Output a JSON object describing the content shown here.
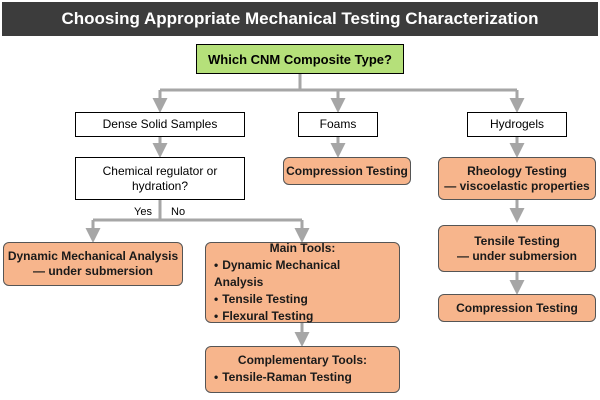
{
  "title": "Choosing Appropriate Mechanical Testing Characterization",
  "root": "Which CNM Composite Type?",
  "categories": {
    "dense": "Dense Solid Samples",
    "foams": "Foams",
    "hydrogels": "Hydrogels"
  },
  "question": "Chemical regulator or hydration?",
  "branches": {
    "yes": "Yes",
    "no": "No"
  },
  "dma_submersion": [
    "Dynamic Mechanical Analysis",
    "— under submersion"
  ],
  "main_tools": {
    "title": "Main Tools:",
    "items": [
      "Dynamic Mechanical Analysis",
      "Tensile Testing",
      "Flexural Testing"
    ]
  },
  "complementary_tools": {
    "title": "Complementary Tools:",
    "items": [
      "Tensile-Raman Testing"
    ]
  },
  "foams_test": "Compression Testing",
  "hydrogel_tests": {
    "rheology": [
      "Rheology Testing",
      "— viscoelastic properties"
    ],
    "tensile": [
      "Tensile Testing",
      "— under submersion"
    ],
    "compression": "Compression Testing"
  },
  "colors": {
    "title_bg": "#3c3c3c",
    "root_fill": "#b5e07a",
    "test_fill": "#f7b58c",
    "connector": "#a6a6a6"
  }
}
